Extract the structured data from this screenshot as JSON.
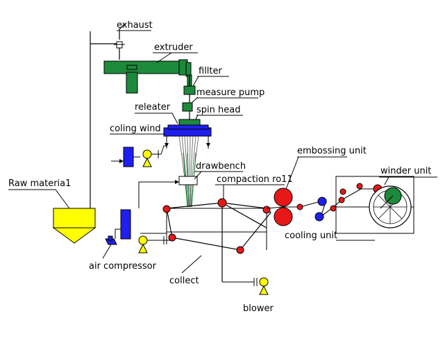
{
  "labels": {
    "exhaust": "exhaust",
    "extruder": "extruder",
    "filter": "fillter",
    "measure_pump": "measure pump",
    "spin_head": "spin head",
    "releater": "releater",
    "cooling_wind": "coling wind",
    "drawbench": "drawbench",
    "raw_material": "Raw materia1",
    "compaction_roll": "compaction ro11",
    "embossing_unit": "embossing unit",
    "winder_unit": "winder unit",
    "cooling_unit": "cooling unit",
    "air_compressor": "air compressor",
    "collect": "collect",
    "blower": "blower"
  },
  "colors": {
    "green": "#1d8a3b",
    "blue": "#1f1ff0",
    "yellow": "#ffff00",
    "red": "#e81818",
    "line": "#000000"
  }
}
